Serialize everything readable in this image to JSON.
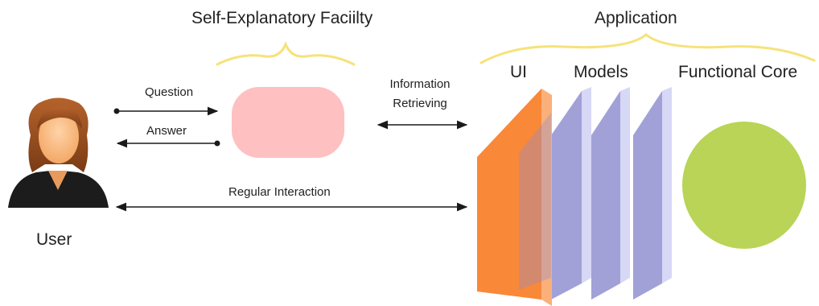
{
  "labels": {
    "facility_title": "Self-Explanatory Faciilty",
    "application_title": "Application",
    "user": "User",
    "question": "Question",
    "answer": "Answer",
    "information": "Information",
    "retrieving": "Retrieving",
    "regular_interaction": "Regular Interaction",
    "ui": "UI",
    "models": "Models",
    "functional_core": "Functional Core"
  },
  "colors": {
    "facility_box": "#fec0c0",
    "ui_layer": "#f98838",
    "model_layers": "#8c8cd0",
    "functional_core": "#b9d456",
    "brace": "#f6e27a",
    "arrow": "#1a1a1a",
    "text": "#222222"
  },
  "icons": {
    "user": "user-avatar-icon"
  }
}
